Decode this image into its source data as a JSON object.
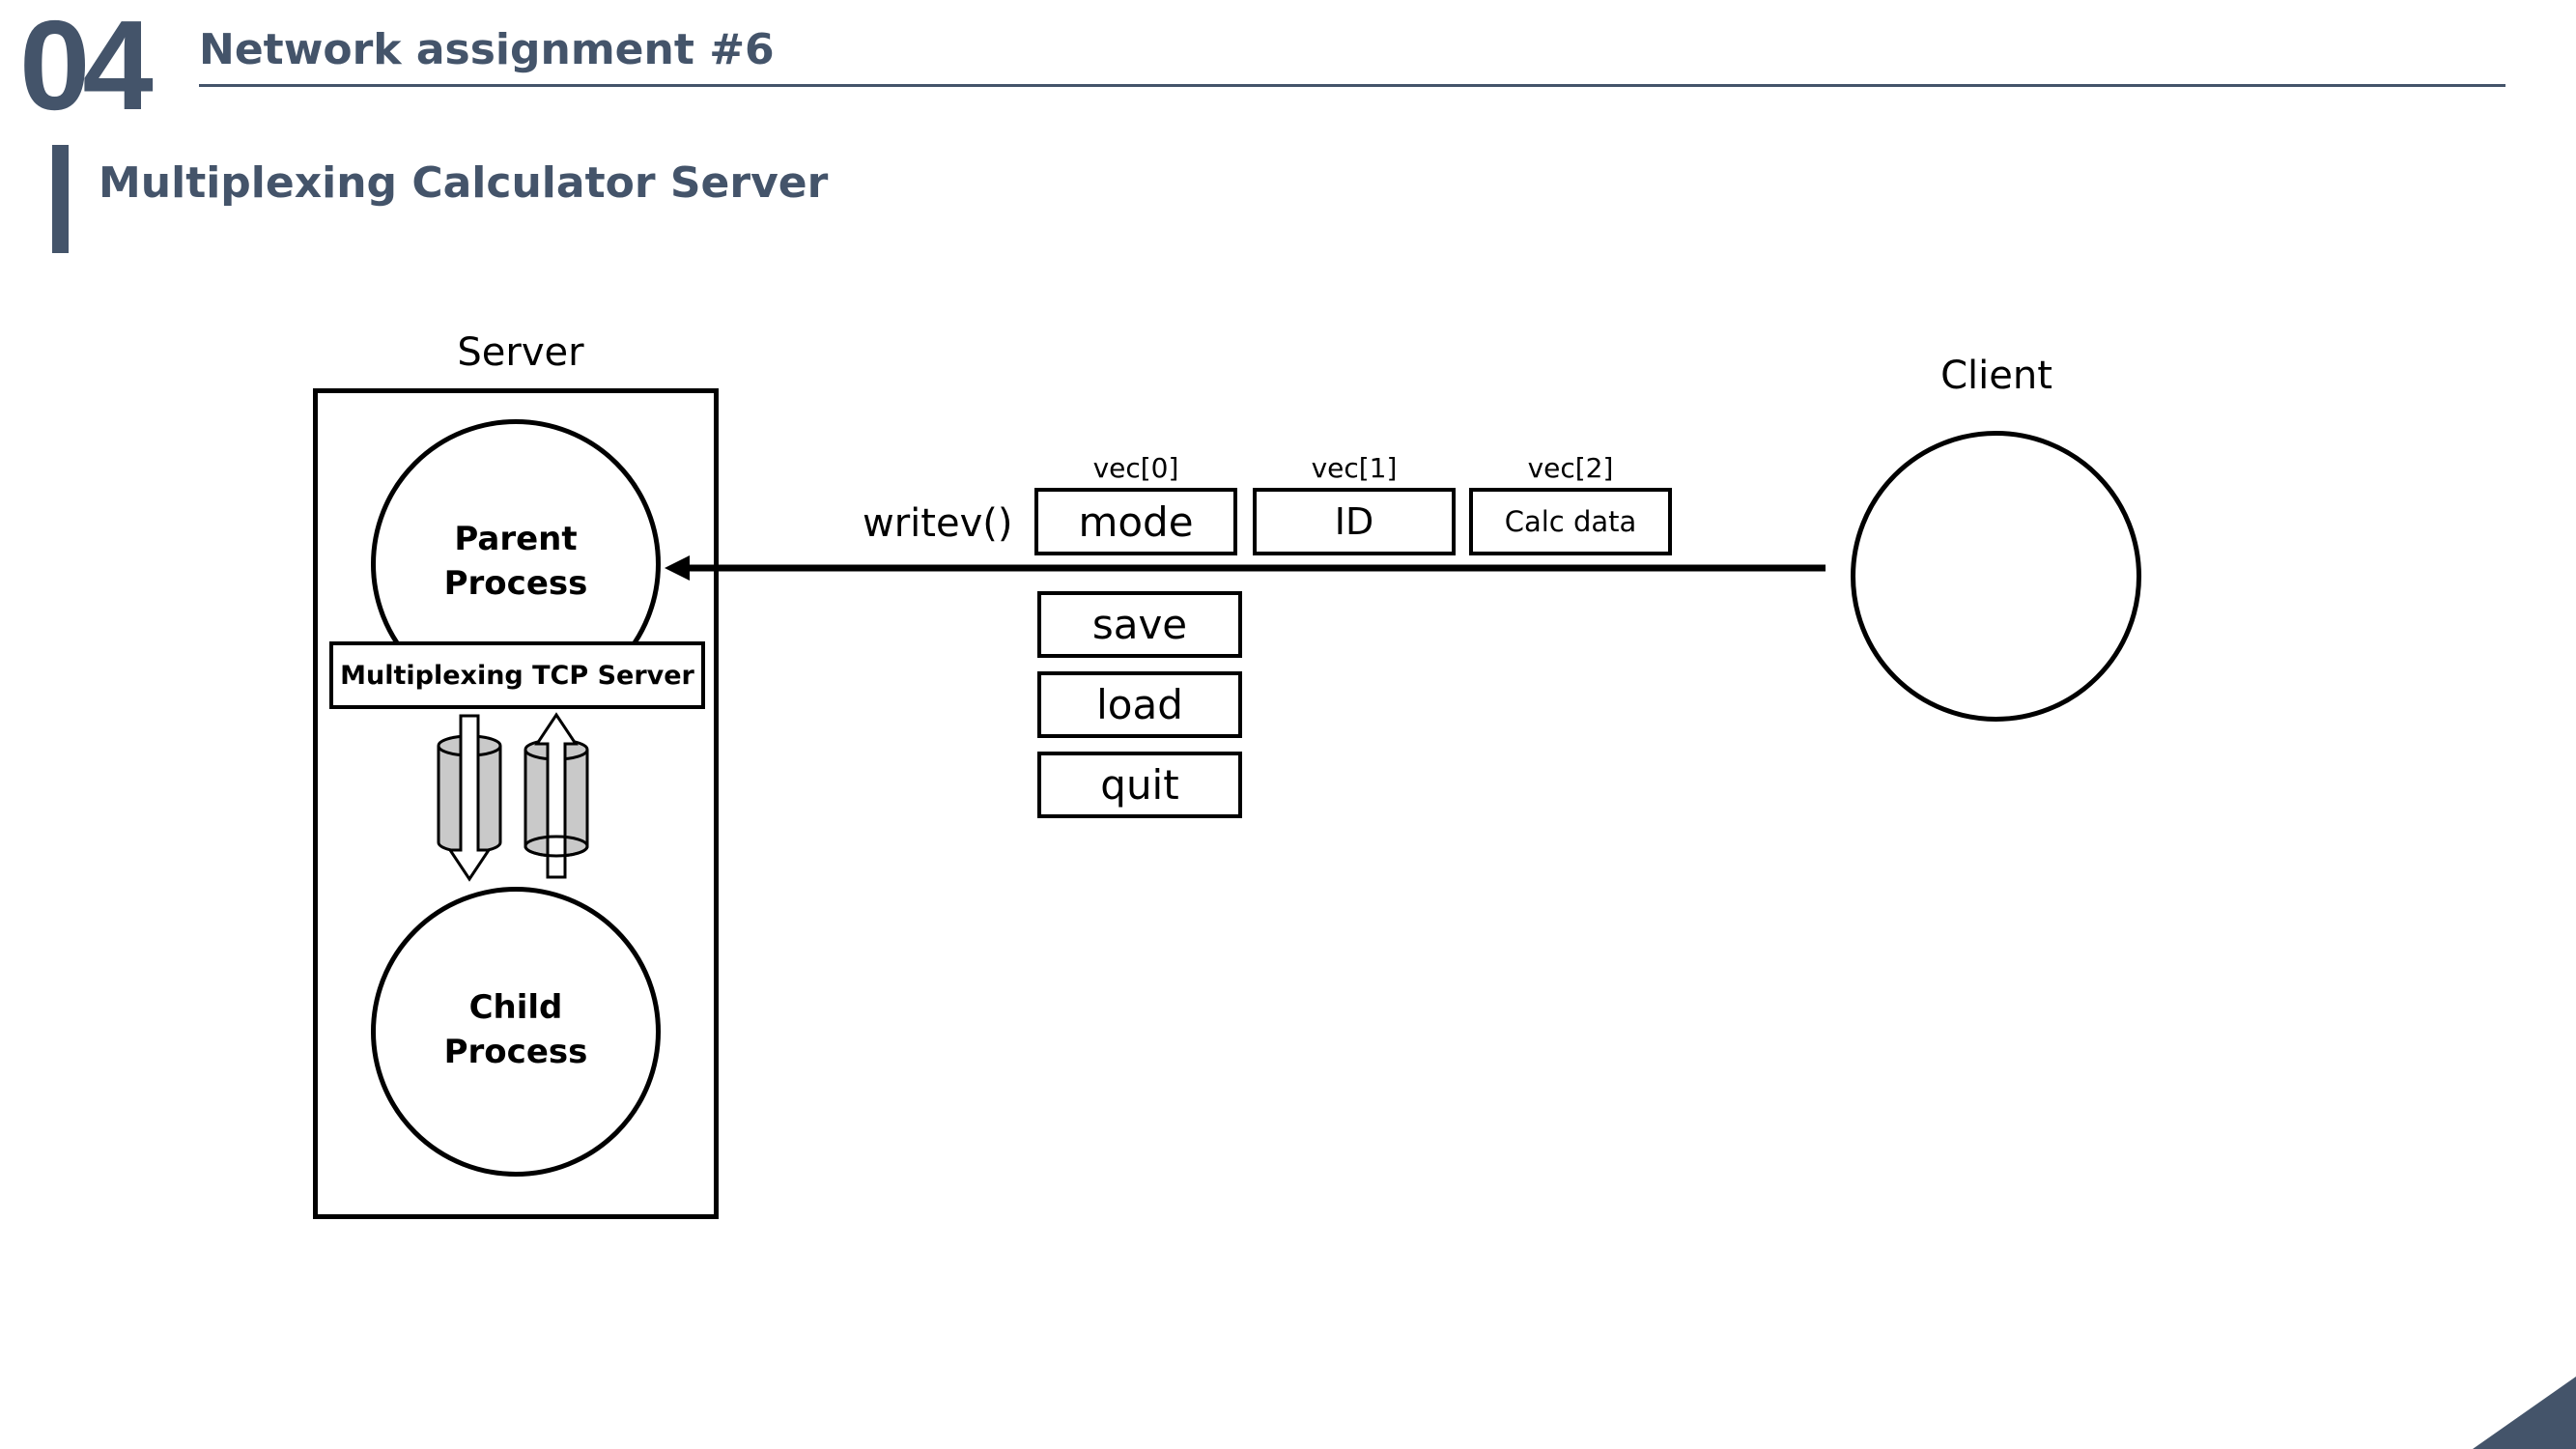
{
  "header": {
    "slide_number": "04",
    "title": "Network assignment #6",
    "section_title": "Multiplexing Calculator Server"
  },
  "diagram": {
    "server": {
      "title": "Server",
      "parent_process": "Parent\nProcess",
      "tcp_server": "Multiplexing TCP Server",
      "child_process": "Child\nProcess"
    },
    "client": {
      "title": "Client"
    },
    "call_label": "writev()",
    "vectors": [
      {
        "index_label": "vec[0]",
        "content": "mode"
      },
      {
        "index_label": "vec[1]",
        "content": "ID"
      },
      {
        "index_label": "vec[2]",
        "content": "Calc data"
      }
    ],
    "mode_options": [
      "save",
      "load",
      "quit"
    ]
  },
  "colors": {
    "accent": "#44546a",
    "pipe_fill": "#c9c9c9",
    "line": "#000000"
  }
}
